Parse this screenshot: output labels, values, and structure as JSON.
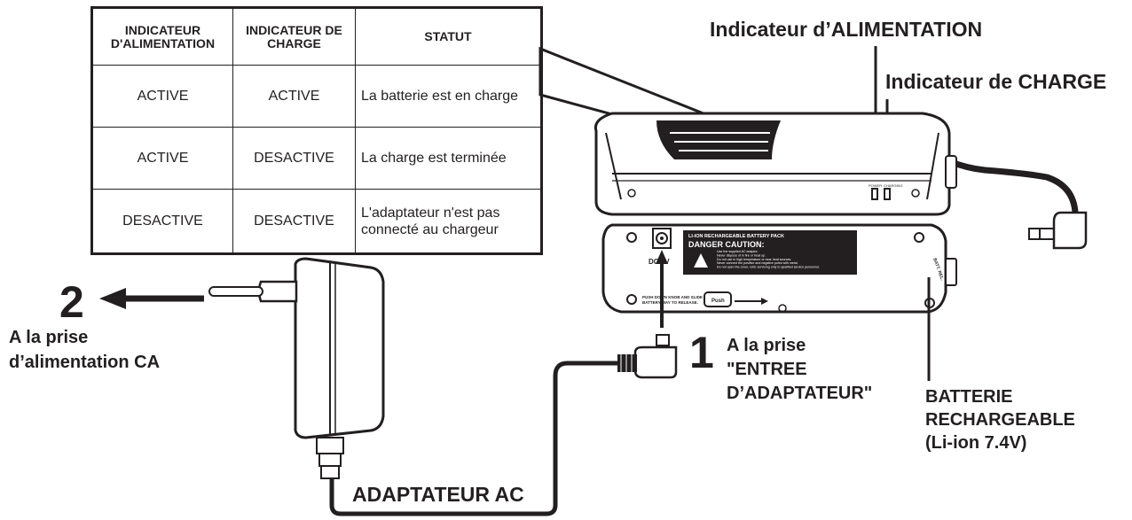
{
  "table": {
    "headers": [
      "INDICATEUR D'ALIMENTATION",
      "INDICATEUR DE CHARGE",
      "STATUT"
    ],
    "rows": [
      {
        "power": "ACTIVE",
        "charge": "ACTIVE",
        "status": "La batterie est en charge"
      },
      {
        "power": "ACTIVE",
        "charge": "DESACTIVE",
        "status": "La charge est terminée"
      },
      {
        "power": "DESACTIVE",
        "charge": "DESACTIVE",
        "status": "L'adaptateur n'est pas connecté au chargeur"
      }
    ]
  },
  "labels": {
    "power_indicator": "Indicateur d’ALIMENTATION",
    "charge_indicator": "Indicateur de CHARGE",
    "step2_number": "2",
    "step2_line1": "A la prise",
    "step2_line2": "d’alimentation CA",
    "step1_number": "1",
    "step1_line1": "A la prise",
    "step1_line2": "\"ENTREE",
    "step1_line3": "D’ADAPTATEUR\"",
    "battery_line1": "BATTERIE",
    "battery_line2": "RECHARGEABLE",
    "battery_line3": "(Li-ion 7.4V)",
    "adapter": "ADAPTATEUR AC"
  },
  "device": {
    "led_power_label": "POWER",
    "led_charging_label": "CHARGING",
    "pack_title": "LI-ION RECHARGEABLE BATTERY PACK",
    "danger_title": "DANGER CAUTION:",
    "warnings": [
      "Use the supplied AC adaptor.",
      "Never dispose of in fire or heat up.",
      "Do not use in high temperature or near heat sources.",
      "Never connect the positive and negative poles with metal.",
      "Do not open the cover, refer servicing only to qualified service personnel."
    ],
    "dc_in_label": "DC 9V",
    "release_text_1": "PUSH DOWN KNOB AND SLIDE",
    "release_text_2": "BATTERY WAY TO RELEASE.",
    "push_label": "Push",
    "side_label": "BATT. REL."
  }
}
